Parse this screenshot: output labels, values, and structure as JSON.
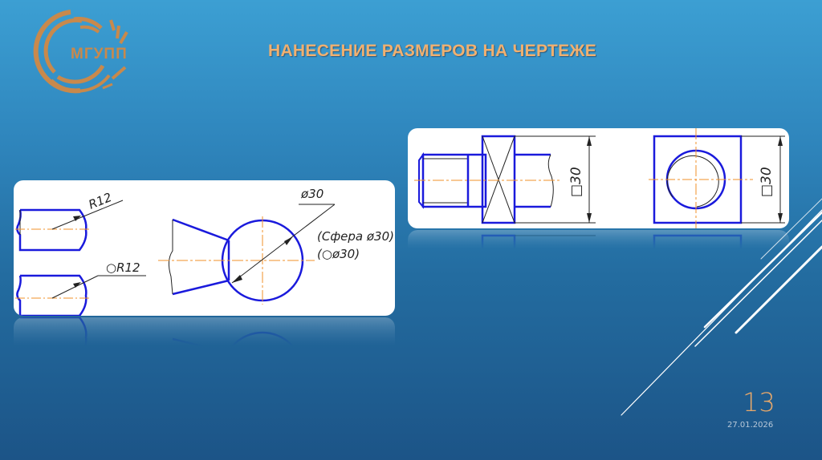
{
  "slide": {
    "title": "НАНЕСЕНИЕ РАЗМЕРОВ НА ЧЕРТЕЖЕ",
    "page_number": "13",
    "date": "27.01.2026",
    "logo_text": "МГУПП"
  },
  "colors": {
    "background_top": "#3c9fd3",
    "background_bottom": "#1c5487",
    "title": "#f0b070",
    "logo": "#c8894c",
    "drawing_outline": "#1a1adc",
    "center_line": "#f0902a",
    "dimension_line": "#222222"
  },
  "left_drawing": {
    "labels": {
      "radius": "R12",
      "sphere_radius": "○R12",
      "diameter": "ø30",
      "sphere_note": "(Сфера ø30)",
      "sphere_symbol_note": "(○ø30)"
    }
  },
  "right_drawing": {
    "labels": {
      "square_left": "□30",
      "square_right": "□30"
    }
  }
}
